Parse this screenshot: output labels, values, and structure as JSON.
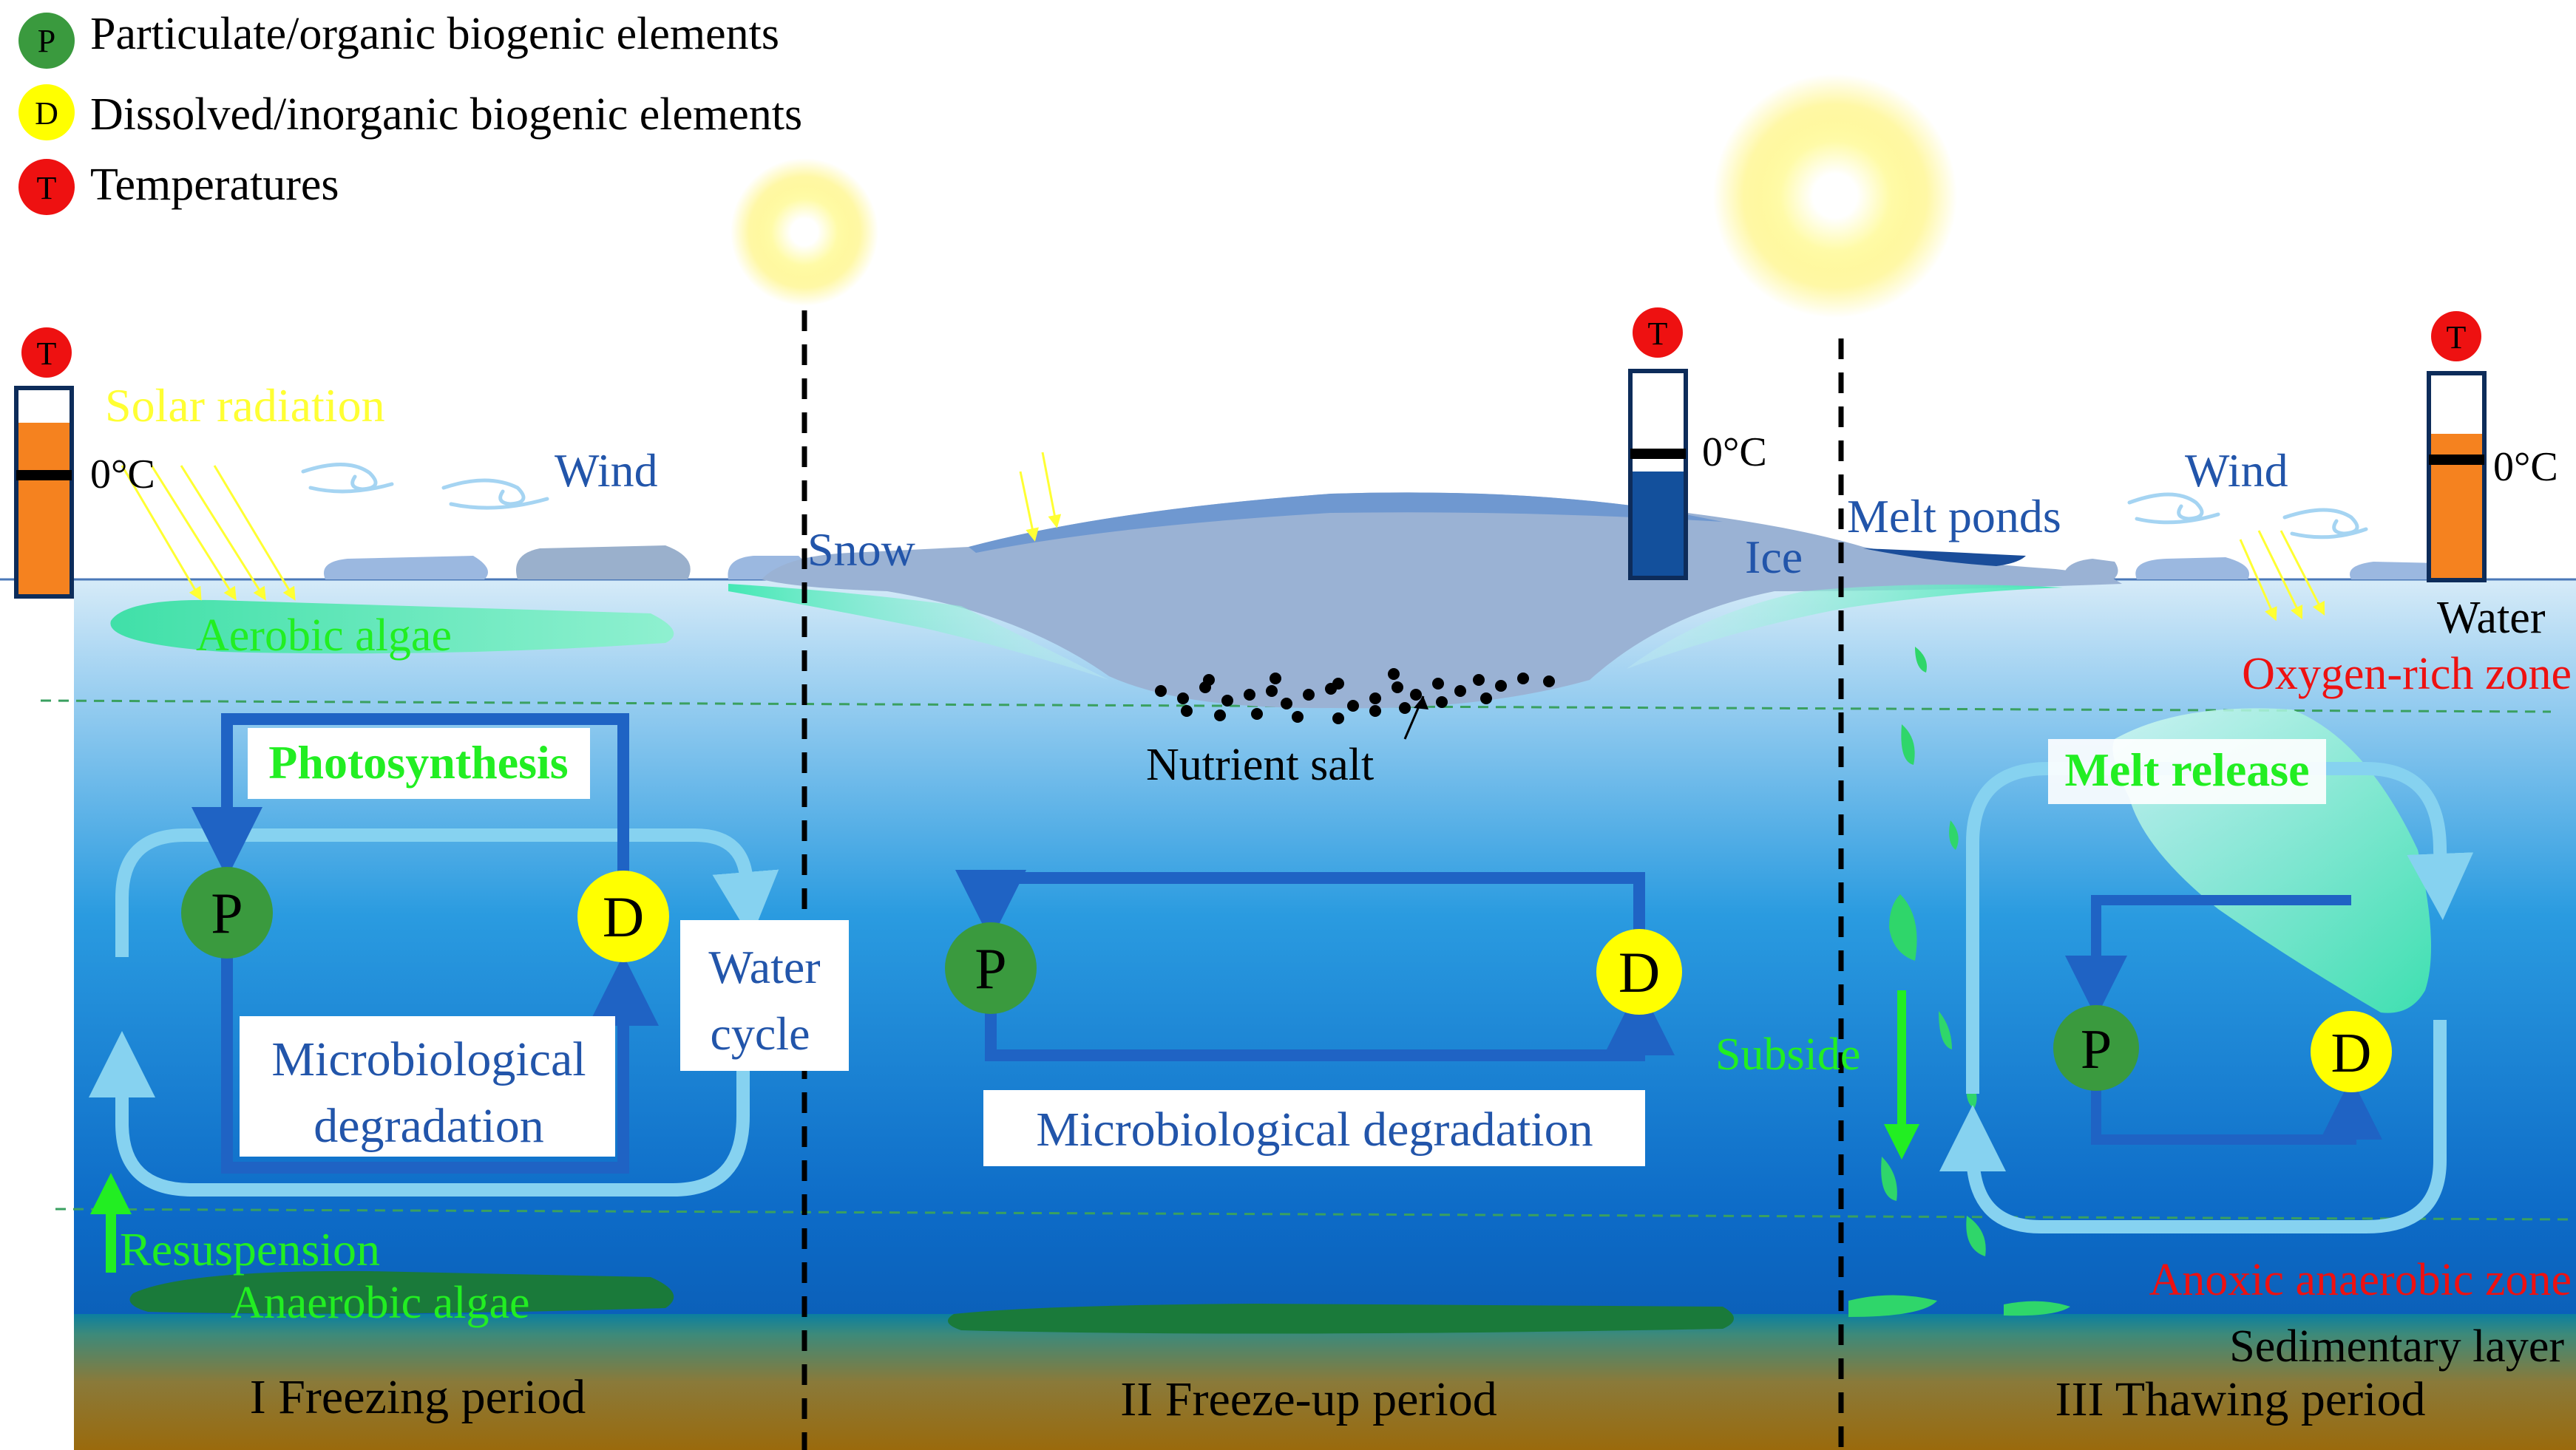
{
  "legend": [
    {
      "symbol": "P",
      "color": "#3a9a3e",
      "text": "Particulate/organic biogenic elements"
    },
    {
      "symbol": "D",
      "color": "#ffff00",
      "text": "Dissolved/inorganic biogenic elements"
    },
    {
      "symbol": "T",
      "color": "#ee1111",
      "text": "Temperatures"
    }
  ],
  "thermometers": {
    "symbol": "T",
    "zero_label": "0°C",
    "left_fill": "orange",
    "middle_fill": "dark-blue",
    "right_fill": "orange"
  },
  "labels": {
    "solar_radiation": "Solar radiation",
    "wind_left": "Wind",
    "wind_right": "Wind",
    "snow": "Snow",
    "ice": "Ice",
    "melt_ponds": "Melt ponds",
    "water": "Water",
    "aerobic_algae": "Aerobic algae",
    "oxygen_rich_zone": "Oxygen-rich zone",
    "nutrient_salt": "Nutrient salt",
    "photosynthesis": "Photosynthesis",
    "water_cycle_line1": "Water",
    "water_cycle_line2": "cycle",
    "micro_deg_left_line1": "Microbiological",
    "micro_deg_left_line2": "degradation",
    "micro_deg_mid": "Microbiological degradation",
    "melt_release": "Melt release",
    "subside": "Subside",
    "resuspension": "Resuspension",
    "anaerobic_algae": "Anaerobic algae",
    "anoxic_zone": "Anoxic anaerobic zone",
    "sedimentary_layer": "Sedimentary layer"
  },
  "nodes": {
    "p": "P",
    "d": "D"
  },
  "periods": [
    "I Freezing period",
    "II Freeze-up period",
    "III Thawing period"
  ],
  "colors": {
    "dark_blue_arrow": "#1f63c4",
    "light_blue_arrow": "#86d2f0",
    "green_text": "#22ee22",
    "red_text": "#ee1111",
    "navy_text": "#2255aa",
    "yellow_text": "#ffff33",
    "orange_fill": "#f5821f",
    "thermo_blue": "#13509c"
  }
}
